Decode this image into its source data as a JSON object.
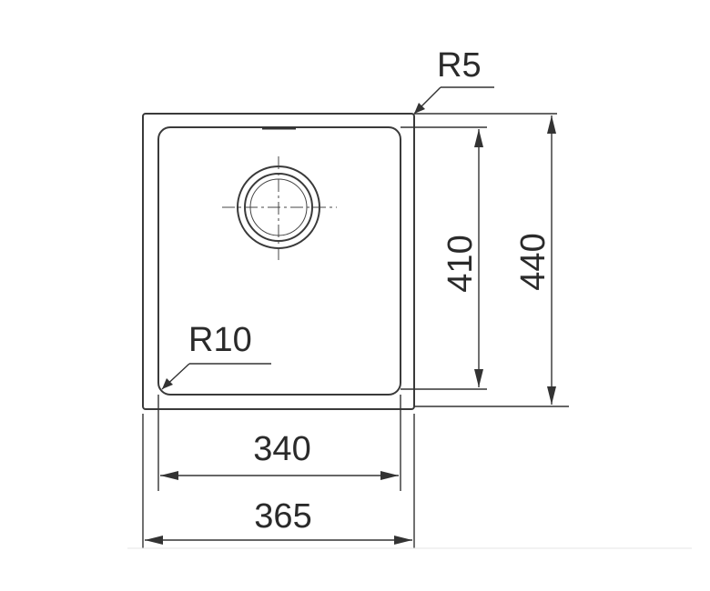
{
  "dimensions": {
    "outer_corner_radius": "R5",
    "inner_corner_radius": "R10",
    "inner_height": "410",
    "outer_height": "440",
    "inner_width": "340",
    "outer_width": "365"
  },
  "colors": {
    "line": "#333333",
    "text": "#2a2a2a",
    "background": "#ffffff"
  }
}
